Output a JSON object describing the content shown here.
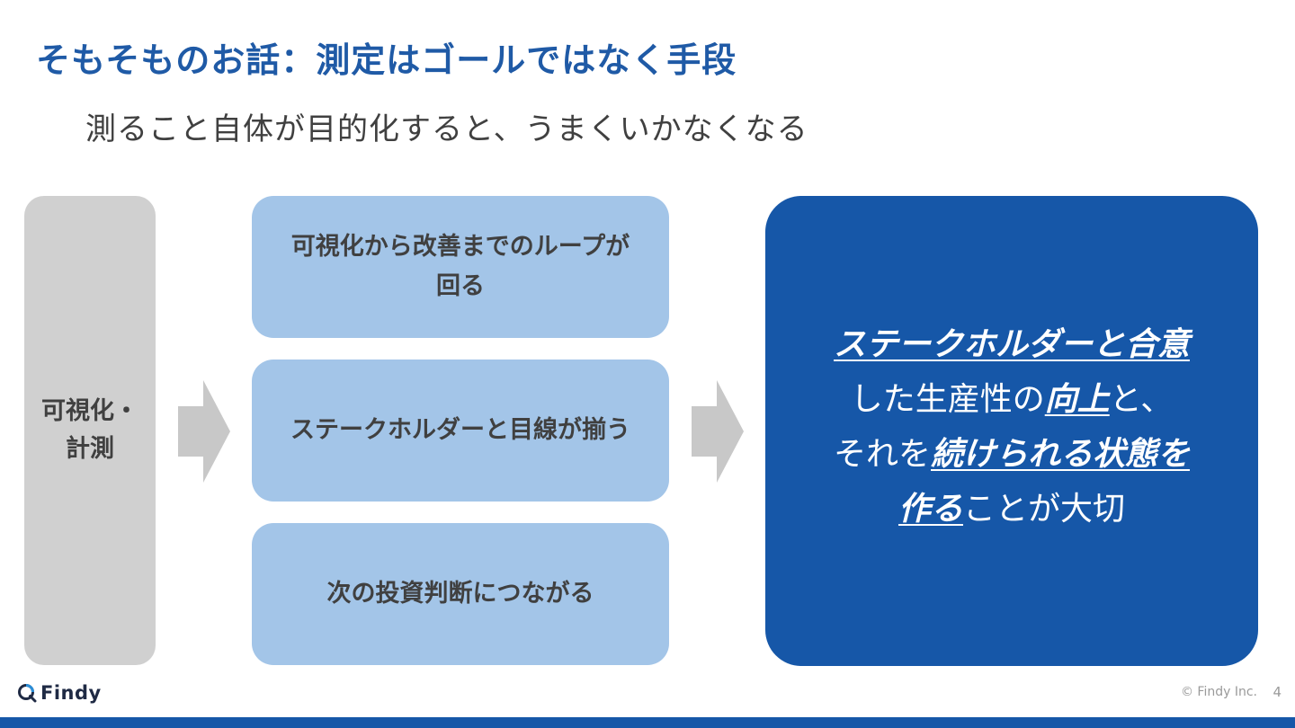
{
  "slide": {
    "title": "そもそものお話：測定はゴールではなく手段",
    "subtitle": "測ること自体が目的化すると、うまくいかなくなる"
  },
  "left_box": {
    "line1": "可視化・",
    "line2": "計測"
  },
  "middle_boxes": [
    {
      "line1": "可視化から改善までのループが",
      "line2": "回る"
    },
    {
      "text": "ステークホルダーと目線が揃う"
    },
    {
      "text": "次の投資判断につながる"
    }
  ],
  "right_box": {
    "segments": [
      {
        "text": "ステークホルダーと合意",
        "emphasis": true
      },
      {
        "text": "した生産性の",
        "emphasis": false
      },
      {
        "text": "向上",
        "emphasis": true
      },
      {
        "text": "と、",
        "emphasis": false
      },
      {
        "text": "それを",
        "emphasis": false
      },
      {
        "text": "続けられる状態を",
        "emphasis": true
      },
      {
        "text": "作る",
        "emphasis": true
      },
      {
        "text": "ことが大切",
        "emphasis": false
      }
    ]
  },
  "footer": {
    "logo_text": "Findy",
    "logo_icon": "findy-logo-icon",
    "copyright": "© Findy Inc.",
    "page_number": "4"
  },
  "colors": {
    "title_blue": "#1F5AA6",
    "primary_blue": "#1657A8",
    "light_blue": "#A3C5E8",
    "gray_box": "#D0D0D0",
    "arrow_gray": "#C8C8C8",
    "text_dark": "#404040"
  }
}
